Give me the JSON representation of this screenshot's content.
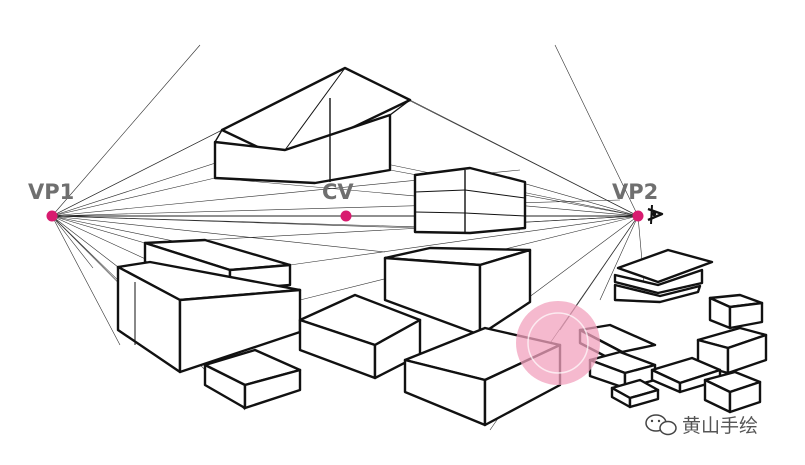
{
  "diagram": {
    "title": "",
    "points": [
      {
        "id": "vp1",
        "label": "VP1"
      },
      {
        "id": "cv",
        "label": "CV"
      },
      {
        "id": "vp2",
        "label": "VP2"
      }
    ],
    "point_color": "#d81b6f",
    "eye_icon": "eye-icon",
    "watermark": {
      "icon": "chat-bubbles-icon",
      "text": "黄山手绘",
      "stamp_color": "#f2a2bd"
    }
  }
}
